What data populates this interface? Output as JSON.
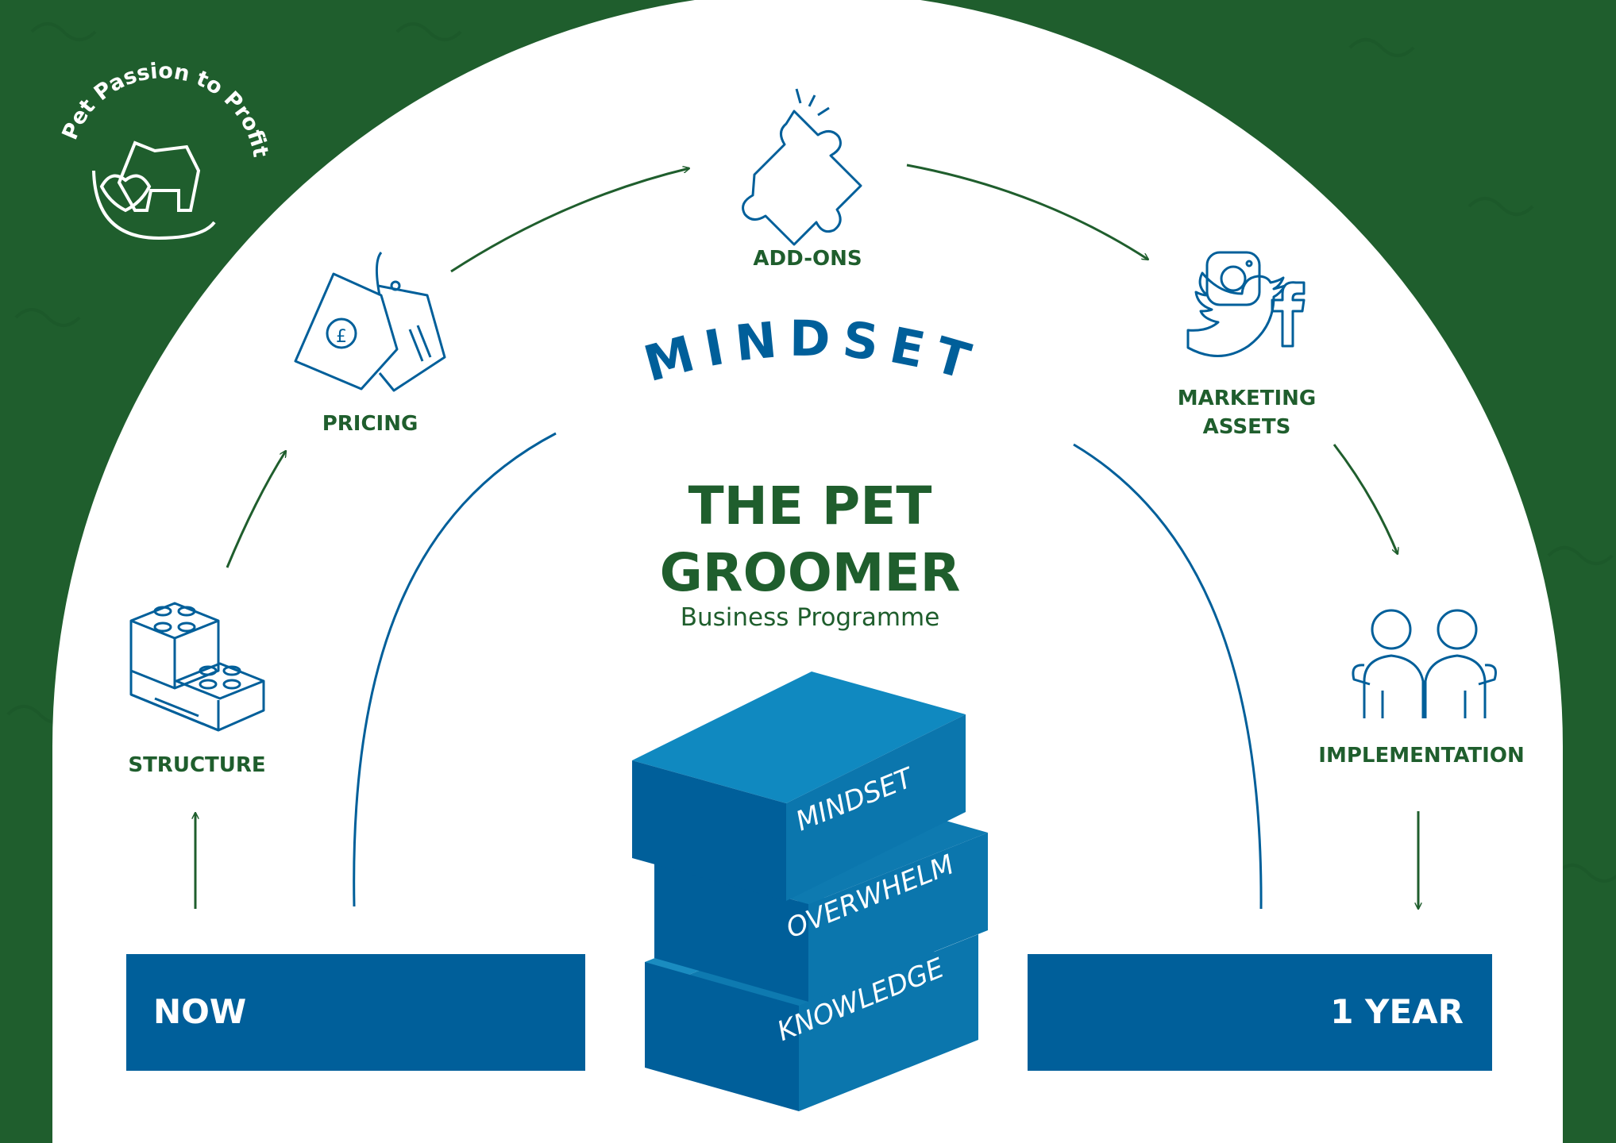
{
  "logo": {
    "text": "Pet Passion to Profit"
  },
  "arc_label": "MINDSET",
  "title": {
    "line1": "THE PET",
    "line2": "GROOMER",
    "subtitle": "Business Programme"
  },
  "steps": [
    {
      "label": "STRUCTURE",
      "icon": "bricks-icon"
    },
    {
      "label": "PRICING",
      "icon": "price-tag-icon"
    },
    {
      "label": "ADD-ONS",
      "icon": "puzzle-icon"
    },
    {
      "label_line1": "MARKETING",
      "label_line2": "ASSETS",
      "icon": "social-media-icon"
    },
    {
      "label": "IMPLEMENTATION",
      "icon": "people-icon"
    }
  ],
  "blocks": {
    "top": "MINDSET",
    "middle": "OVERWHELM",
    "bottom": "KNOWLEDGE"
  },
  "timeline": {
    "start": "NOW",
    "end": "1 YEAR"
  },
  "colors": {
    "green": "#1f5e2d",
    "blue": "#005f9a",
    "white": "#ffffff"
  }
}
